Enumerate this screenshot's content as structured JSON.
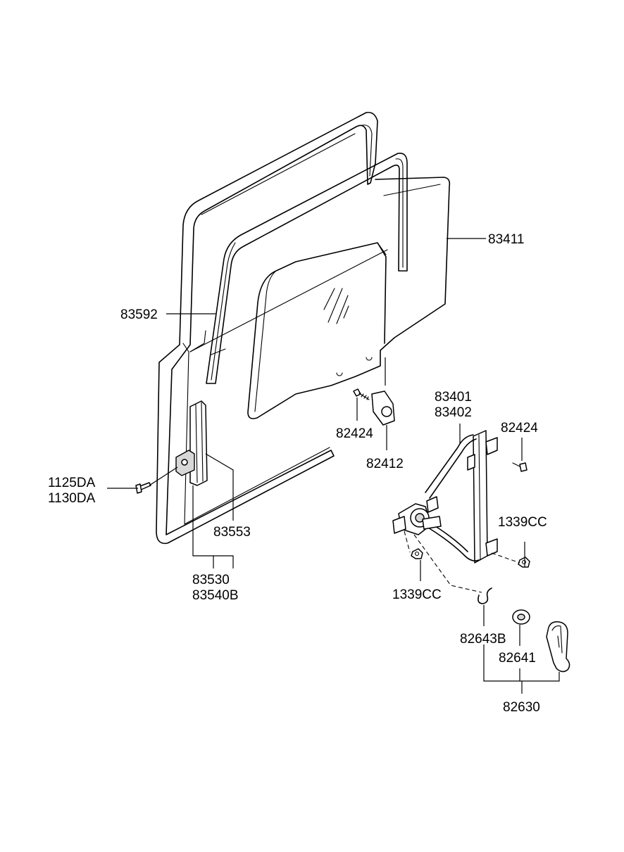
{
  "labels": {
    "p83411": "83411",
    "p83592": "83592",
    "p83401": "83401",
    "p83402": "83402",
    "p82424_a": "82424",
    "p82424_b": "82424",
    "p82412": "82412",
    "p1125DA": "1125DA",
    "p1130DA": "1130DA",
    "p83553": "83553",
    "p83530": "83530",
    "p83540B": "83540B",
    "p1339CC_a": "1339CC",
    "p1339CC_b": "1339CC",
    "p82643B": "82643B",
    "p82641": "82641",
    "p82630": "82630"
  }
}
